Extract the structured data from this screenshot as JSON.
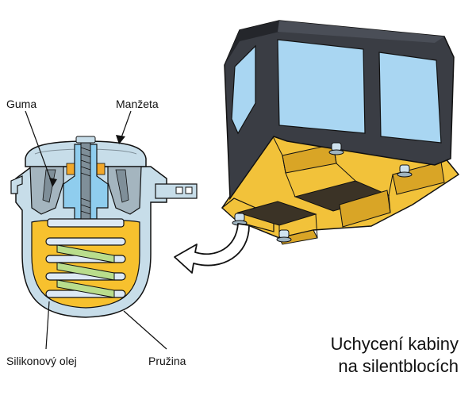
{
  "labels": {
    "guma": "Guma",
    "manzeta": "Manžeta",
    "silikonovy_olej": "Silikonový olej",
    "pruzina": "Pružina"
  },
  "title": {
    "line1": "Uchycení kabiny",
    "line2": "na silentblocích"
  },
  "colors": {
    "cab_body": "#3a3d44",
    "cab_dark": "#24262b",
    "glass": "#a9d6f2",
    "platform": "#f2c23a",
    "platform_shade": "#d9a526",
    "platform_dark": "#3b3326",
    "oil": "#f7c12e",
    "metal_light": "#c7dde9",
    "metal_mid": "#a4b5bf",
    "metal_dark": "#7f8f99",
    "spring": "#dde9f5",
    "spring_inner": "#b9dd8c",
    "shaft": "#8fcdee",
    "arrow": "#ffffff"
  },
  "icons": [
    "curved-arrow-icon",
    "silentblock-cross-section",
    "cab-illustration"
  ]
}
